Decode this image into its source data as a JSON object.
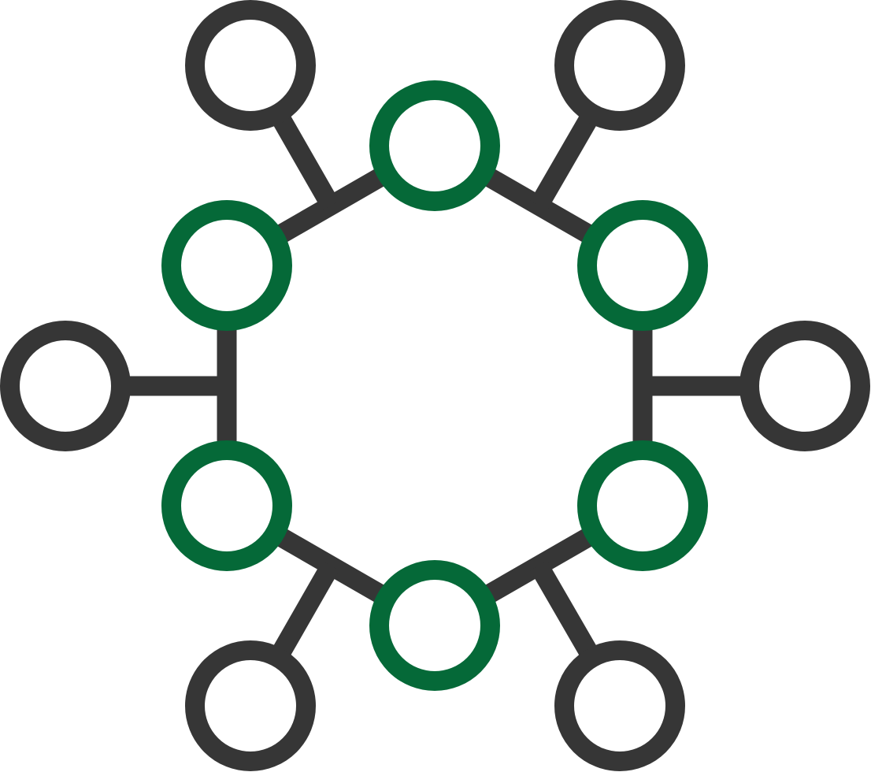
{
  "icon": {
    "name": "network-hub-icon",
    "colors": {
      "ring": "#056938",
      "outer": "#363636"
    },
    "ring_nodes": [
      "ring-node-top",
      "ring-node-upper-right",
      "ring-node-lower-right",
      "ring-node-bottom",
      "ring-node-lower-left",
      "ring-node-upper-left"
    ],
    "outer_nodes": [
      "outer-node-top-right",
      "outer-node-right",
      "outer-node-bottom-right",
      "outer-node-bottom-left",
      "outer-node-left",
      "outer-node-top-left"
    ]
  }
}
